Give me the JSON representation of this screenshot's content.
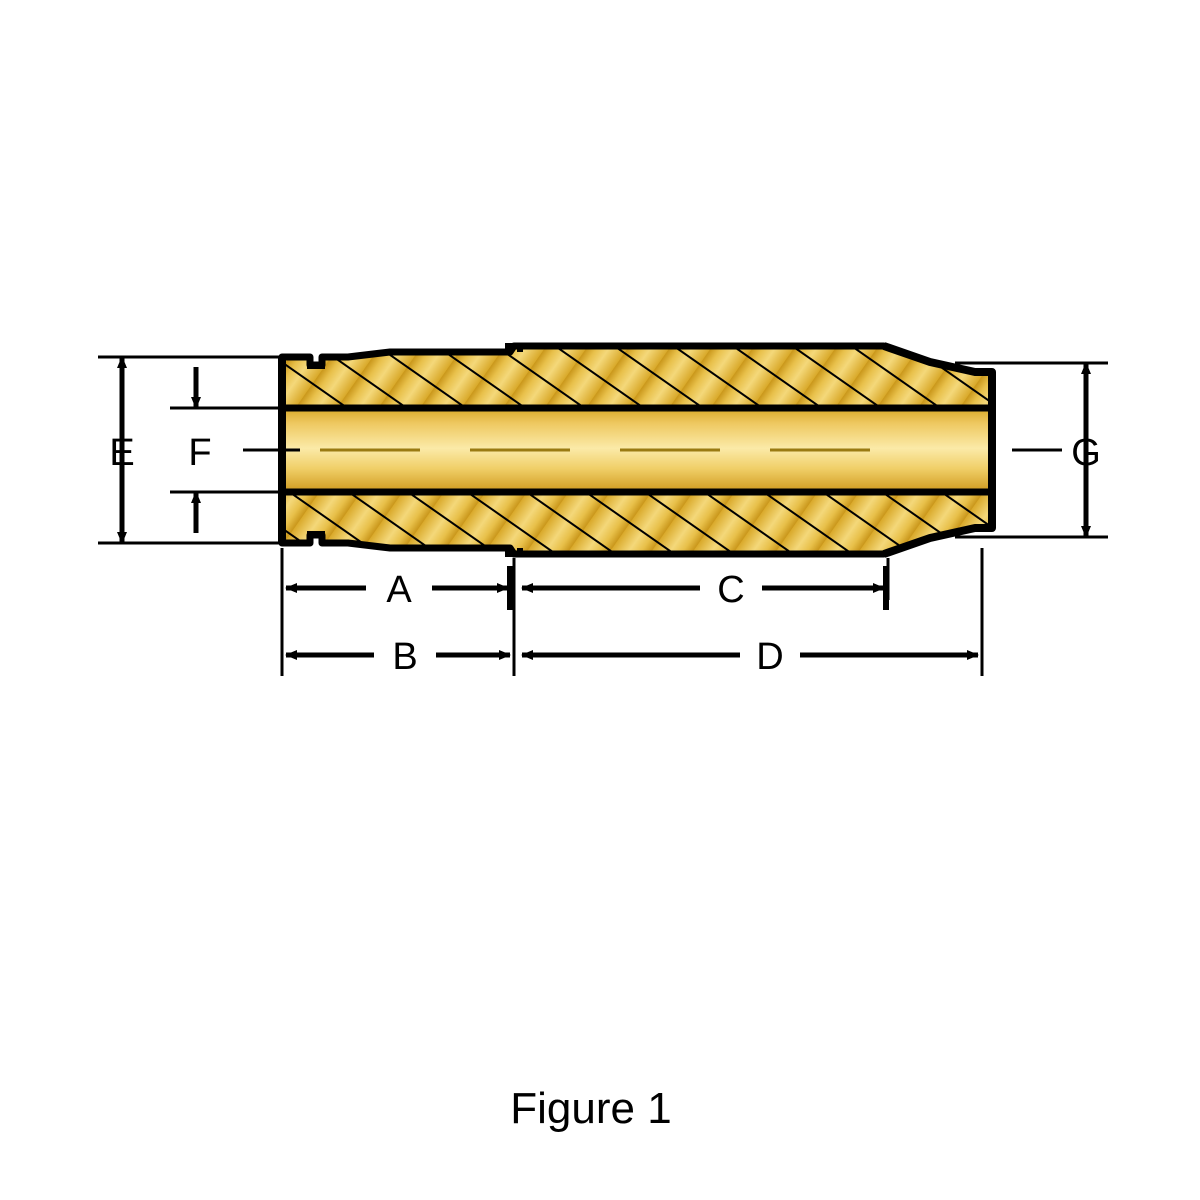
{
  "figure": {
    "caption": "Figure 1",
    "dimension_labels": {
      "A": "A",
      "B": "B",
      "C": "C",
      "D": "D",
      "E": "E",
      "F": "F",
      "G": "G"
    }
  },
  "colors": {
    "brass_light": "#f7e08a",
    "brass_mid": "#e8c34a",
    "brass_dark": "#c79a1e",
    "outline": "#000000",
    "background": "#ffffff"
  }
}
